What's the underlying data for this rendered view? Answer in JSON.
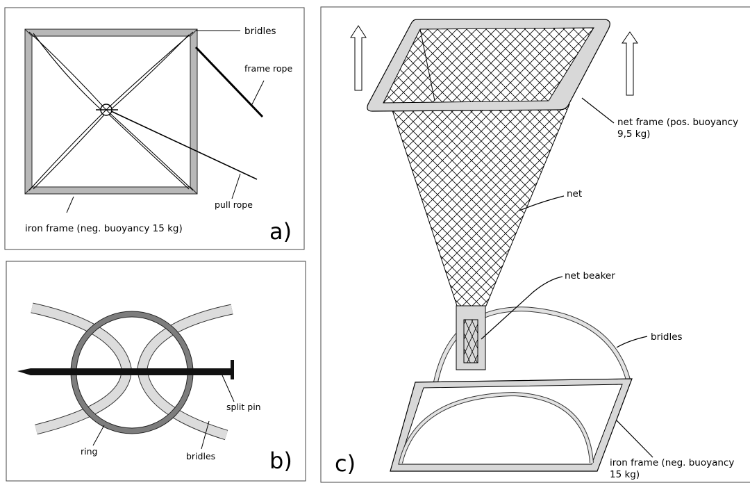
{
  "panel_a": {
    "letter": "a)",
    "labels": {
      "bridles": "bridles",
      "frame_rope": "frame rope",
      "pull_rope": "pull rope",
      "iron_frame": "iron frame (neg. buoyancy 15 kg)"
    }
  },
  "panel_b": {
    "letter": "b)",
    "labels": {
      "split_pin": "split pin",
      "ring": "ring",
      "bridles": "bridles"
    }
  },
  "panel_c": {
    "letter": "c)",
    "labels": {
      "net_frame_line1": "net frame (pos. buoyancy",
      "net_frame_line2": "9,5 kg)",
      "net": "net",
      "net_beaker": "net beaker",
      "bridles": "bridles",
      "iron_frame_line1": "iron frame (neg. buoyancy",
      "iron_frame_line2": "15 kg)"
    }
  }
}
